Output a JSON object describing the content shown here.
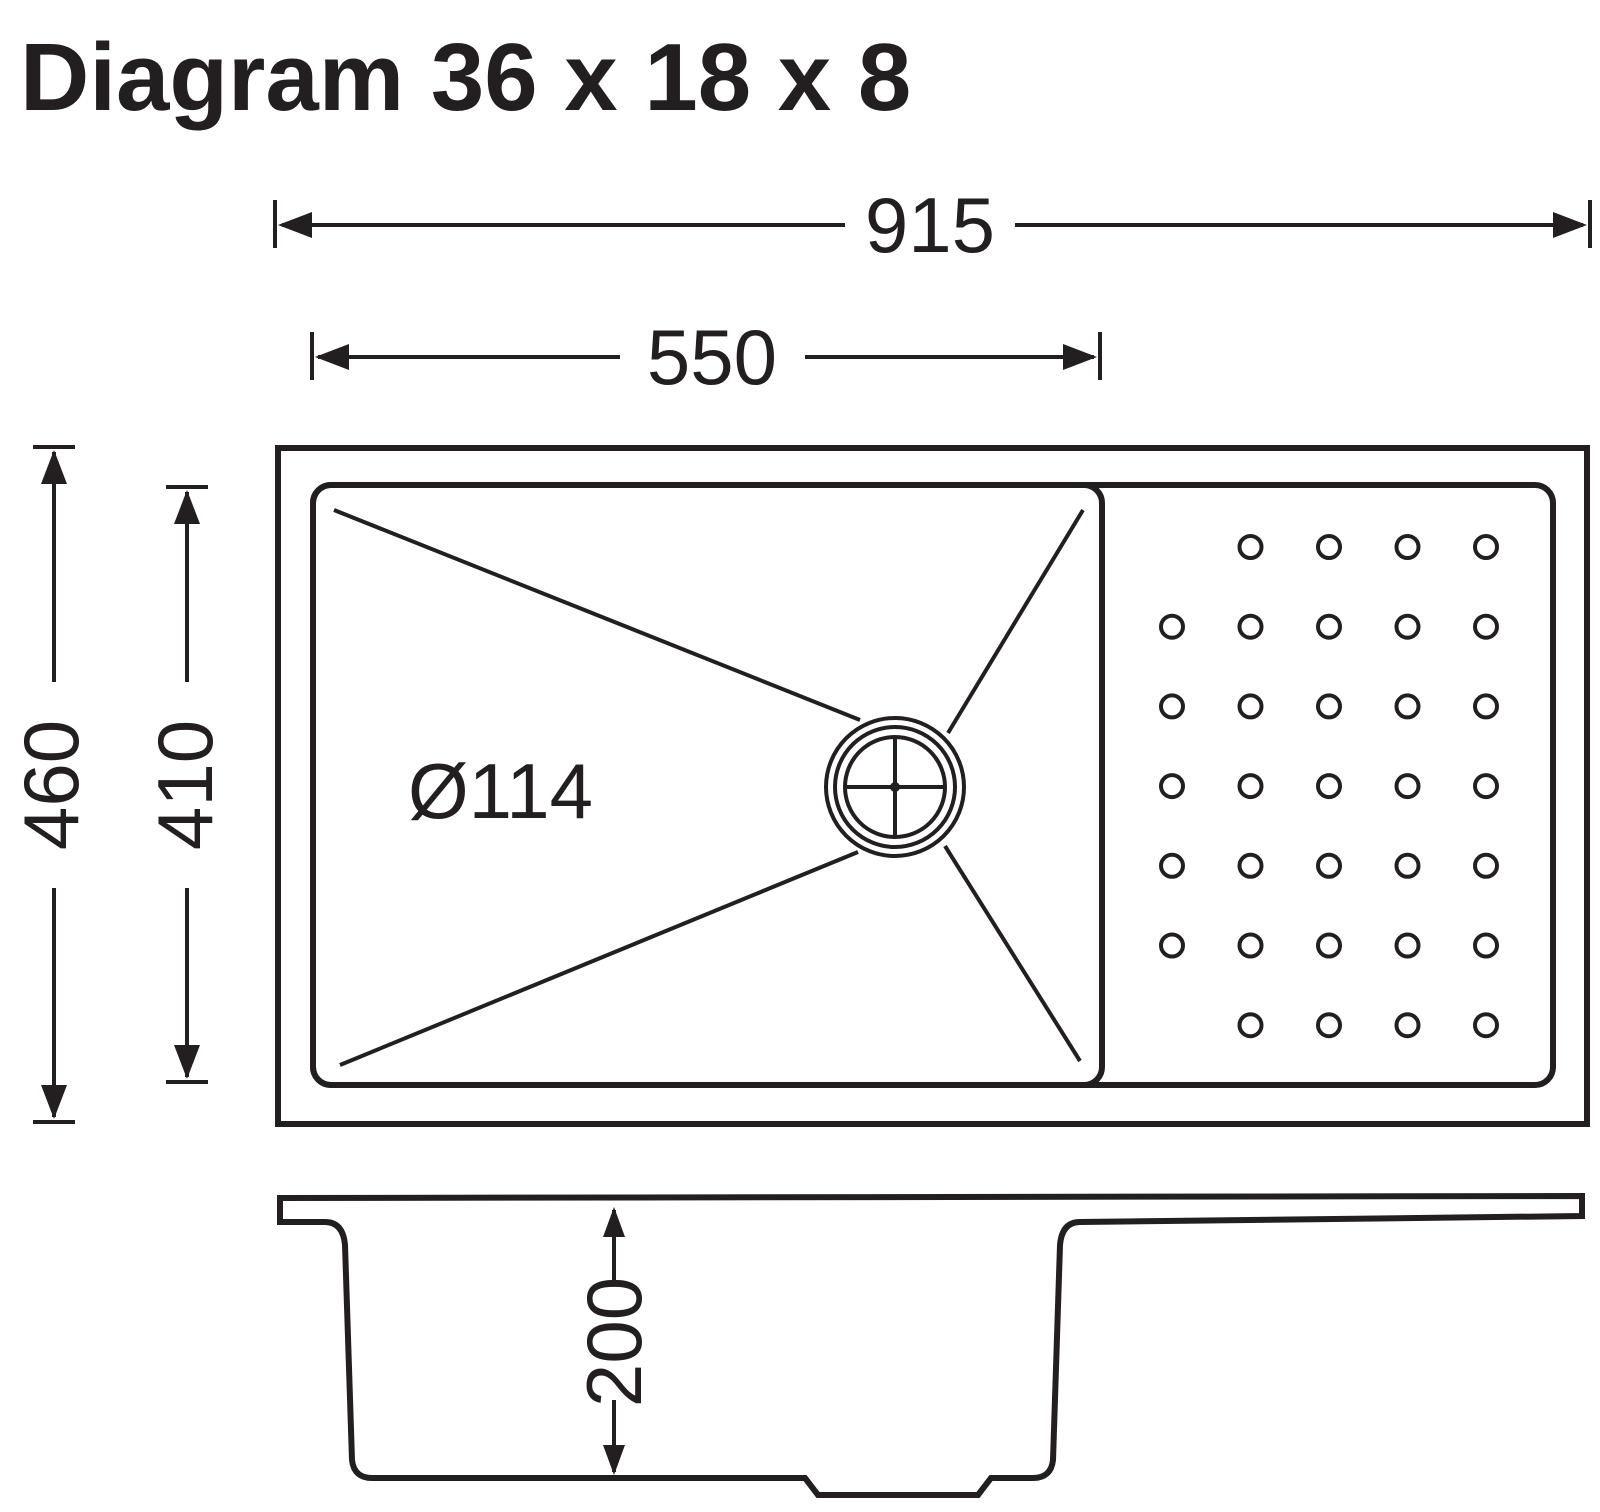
{
  "title": "Diagram 36 x 18 x 8",
  "dimensions": {
    "overall_width": "915",
    "bowl_width": "550",
    "overall_depth": "460",
    "bowl_depth": "410",
    "waste_diameter": "Ø114",
    "bowl_height": "200"
  },
  "drainer": {
    "hole_rows": [
      4,
      5,
      5,
      5,
      5,
      5,
      4
    ]
  },
  "colors": {
    "ink": "#231f20",
    "background": "#ffffff"
  }
}
